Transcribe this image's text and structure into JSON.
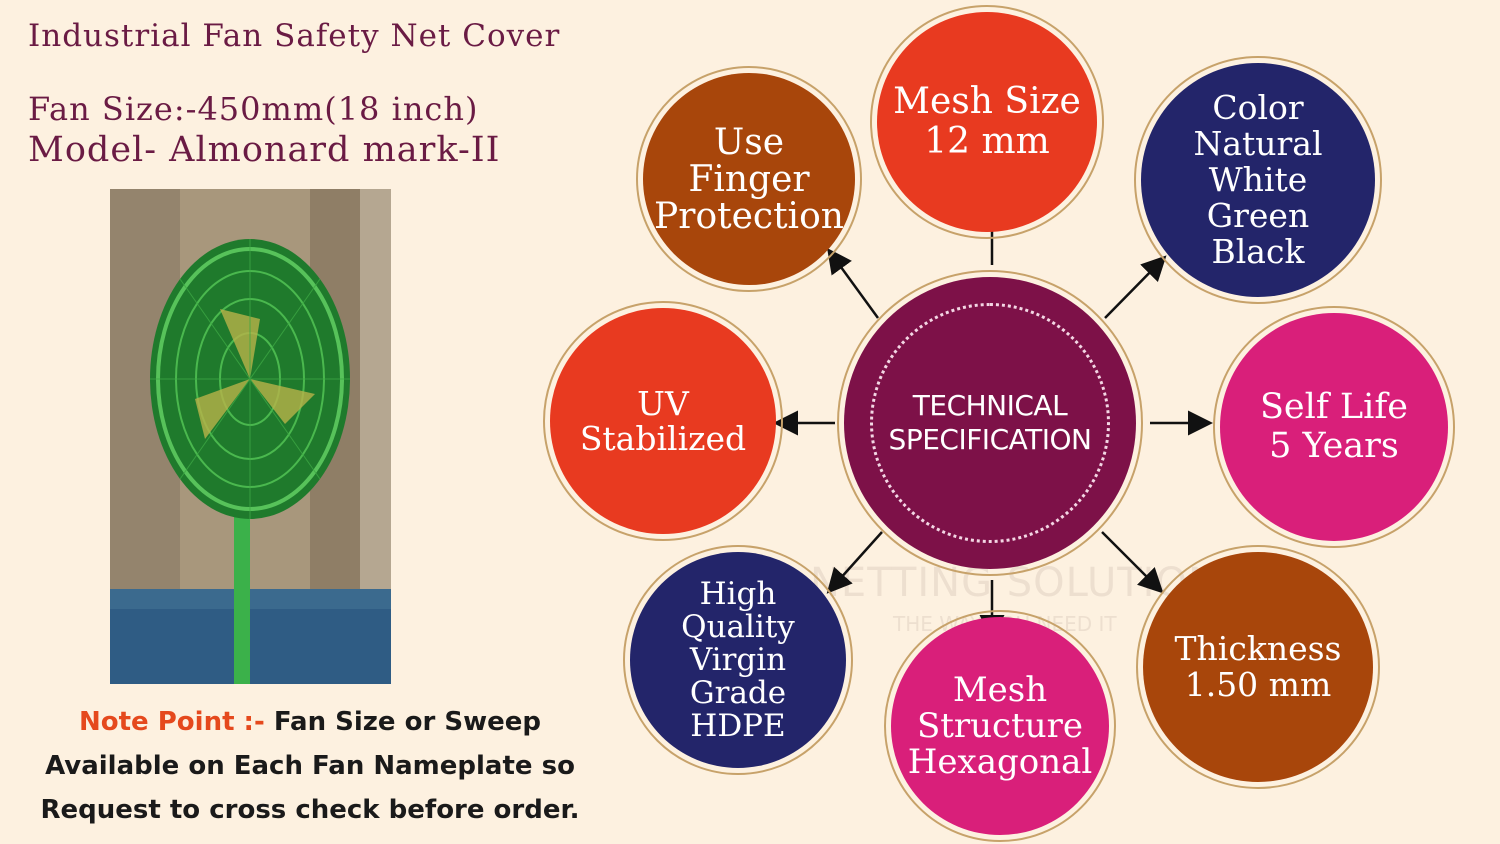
{
  "header": {
    "title": "Industrial Fan Safety Net Cover",
    "fan_size": "Fan Size:-450mm(18 inch)",
    "model": "Model- Almonard mark-II"
  },
  "note": {
    "label": "Note Point :-",
    "line1": "Fan Size or Sweep",
    "line2": "Available on Each Fan Nameplate so",
    "line3": "Request to cross check before order."
  },
  "watermark": {
    "brand": "NETTING SOLUTIONS",
    "tagline": "THE WAY YOU NEED IT"
  },
  "center": {
    "label": "TECHNICAL\nSPECIFICATION",
    "color": "#7d1148"
  },
  "specs": [
    {
      "id": "finger",
      "label": "Use\nFinger\nProtection",
      "color": "#a8460b"
    },
    {
      "id": "mesh-size",
      "label": "Mesh Size\n12 mm",
      "color": "#e83a20"
    },
    {
      "id": "color",
      "label": "Color\nNatural\nWhite\nGreen\nBlack",
      "color": "#23256a"
    },
    {
      "id": "uv",
      "label": "UV\nStabilized",
      "color": "#e83a20"
    },
    {
      "id": "self-life",
      "label": "Self Life\n5 Years",
      "color": "#d91f7a"
    },
    {
      "id": "hdpe",
      "label": "High\nQuality\nVirgin\nGrade\nHDPE",
      "color": "#23256a"
    },
    {
      "id": "mesh-structure",
      "label": "Mesh\nStructure\nHexagonal",
      "color": "#d91f7a"
    },
    {
      "id": "thickness",
      "label": "Thickness\n1.50 mm",
      "color": "#a8460b"
    }
  ]
}
